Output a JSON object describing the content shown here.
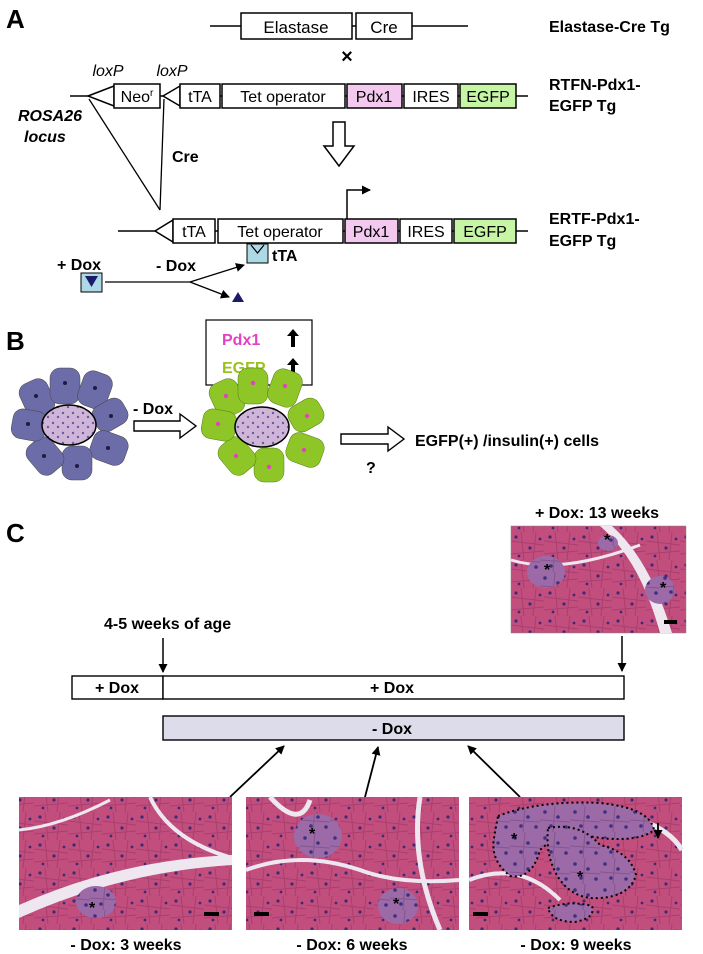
{
  "panel_a": {
    "label": "A",
    "elastase_construct": {
      "segment1": "Elastase",
      "segment2": "Cre",
      "name": "Elastase-Cre Tg"
    },
    "cross_symbol": "×",
    "loxp_left": "loxP",
    "loxp_right": "loxP",
    "neo_label": "Neo",
    "neo_superscript": "r",
    "rosa_line1": "ROSA26",
    "rosa_line2": "locus",
    "rtfn": {
      "tta": "tTA",
      "tet_operator": "Tet operator",
      "pdx1": "Pdx1",
      "ires": "IRES",
      "egfp": "EGFP",
      "name_line1": "RTFN-Pdx1-",
      "name_line2": "EGFP Tg"
    },
    "cre_label": "Cre",
    "ertf": {
      "tta": "tTA",
      "tet_operator": "Tet operator",
      "pdx1": "Pdx1",
      "ires": "IRES",
      "egfp": "EGFP",
      "name_line1": "ERTF-Pdx1-",
      "name_line2": "EGFP Tg"
    },
    "plus_dox": "+ Dox",
    "minus_dox": "- Dox",
    "tta_bound": "tTA"
  },
  "panel_b": {
    "label": "B",
    "legend_pdx1": "Pdx1",
    "legend_egfp": "EGFP",
    "minus_dox": "- Dox",
    "question": "?",
    "outcome": "EGFP(+) /insulin(+) cells"
  },
  "panel_c": {
    "label": "C",
    "top_photo_title": "+ Dox: 13 weeks",
    "age_label": "4-5 weeks of age",
    "bar_initial": "+ Dox",
    "bar_plus": "+ Dox",
    "bar_minus": "- Dox",
    "photo_caption_1": "- Dox: 3 weeks",
    "photo_caption_2": "- Dox:  6 weeks",
    "photo_caption_3": "- Dox: 9 weeks",
    "asterisk": "*"
  },
  "colors": {
    "pdx1_fill": "#f4c9ef",
    "egfp_fill": "#c6f5a6",
    "pdx1_text": "#e53fc4",
    "egfp_text": "#99c21c",
    "acinar_blue": "#6c6ca8",
    "acinar_green": "#8ec627",
    "dox_box": "#add8e6",
    "minus_dox_bar": "#dcdcea",
    "tissue_pink": "#c24e7e",
    "tissue_white": "#efe7ef"
  }
}
